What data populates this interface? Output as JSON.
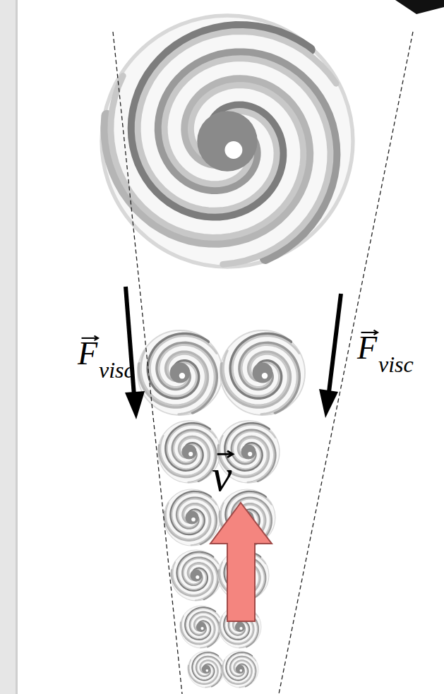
{
  "diagram": {
    "labels": [
      "F",
      "visc",
      "F",
      "visc",
      "v"
    ]
  }
}
